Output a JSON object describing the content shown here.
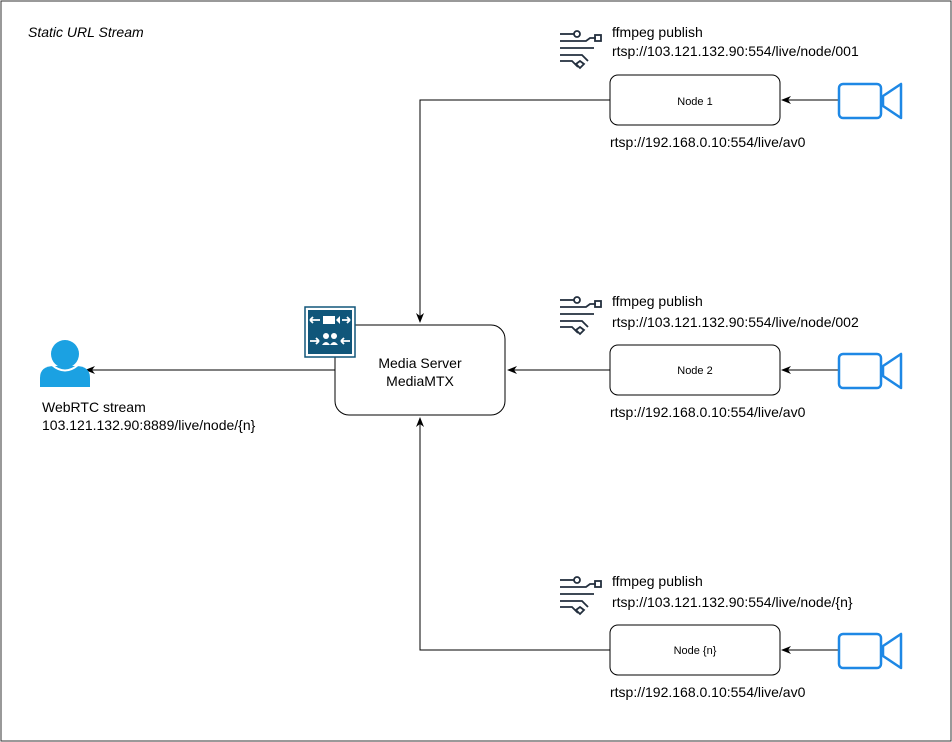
{
  "title": "Static URL Stream",
  "server": {
    "line1": "Media Server",
    "line2": "MediaMTX"
  },
  "client": {
    "label": "WebRTC stream",
    "url": "103.121.132.90:8889/live/node/{n}"
  },
  "nodes": [
    {
      "name": "Node 1",
      "publish_label": "ffmpeg publish",
      "publish_url": "rtsp://103.121.132.90:554/live/node/001",
      "camera_url": "rtsp://192.168.0.10:554/live/av0"
    },
    {
      "name": "Node 2",
      "publish_label": "ffmpeg publish",
      "publish_url": "rtsp://103.121.132.90:554/live/node/002",
      "camera_url": "rtsp://192.168.0.10:554/live/av0"
    },
    {
      "name": "Node {n}",
      "publish_label": "ffmpeg publish",
      "publish_url": "rtsp://103.121.132.90:554/live/node/{n}",
      "camera_url": "rtsp://192.168.0.10:554/live/av0"
    }
  ],
  "icons": {
    "camera": "video-camera-icon",
    "user": "user-icon",
    "pipeline": "ffmpeg-pipeline-icon",
    "server": "media-server-icon"
  },
  "colors": {
    "camera": "#1e88e5",
    "user": "#1ba1e2",
    "pipeline": "#232f3e",
    "server_badge": "#10567a"
  }
}
